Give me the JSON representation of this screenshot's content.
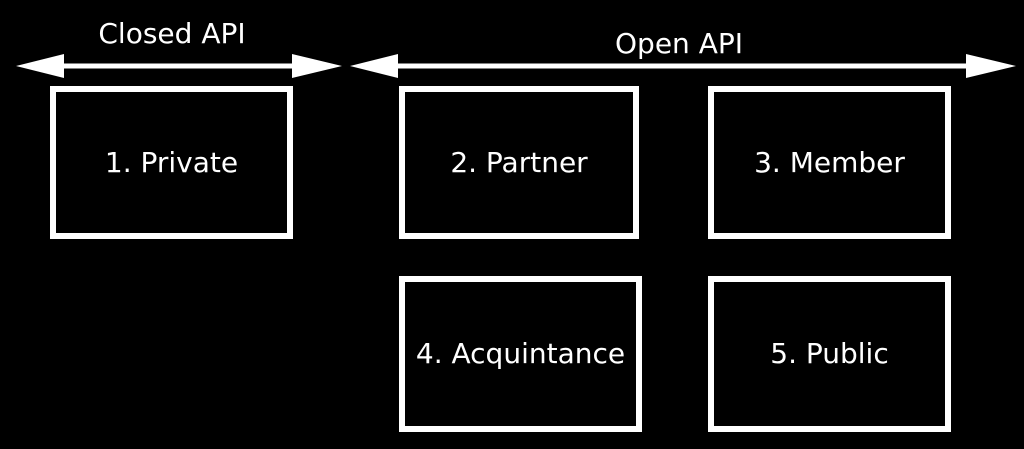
{
  "colors": {
    "background": "#000000",
    "foreground": "#ffffff"
  },
  "ranges": {
    "closed": {
      "label": "Closed API"
    },
    "open": {
      "label": "Open API"
    }
  },
  "boxes": [
    {
      "label": "1. Private"
    },
    {
      "label": "2. Partner"
    },
    {
      "label": "3. Member"
    },
    {
      "label": "4. Acquintance"
    },
    {
      "label": "5. Public"
    }
  ]
}
